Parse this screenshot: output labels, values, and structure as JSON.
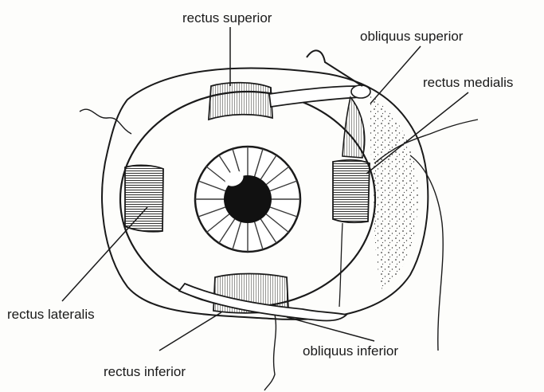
{
  "diagram": {
    "labels": {
      "rectus_superior": "rectus superior",
      "obliquus_superior": "obliquus superior",
      "rectus_medialis": "rectus medialis",
      "rectus_lateralis": "rectus lateralis",
      "obliquus_inferior": "obliquus inferior",
      "rectus_inferior": "rectus inferior"
    },
    "colors": {
      "ink": "#1a1a1a",
      "paper": "#fdfdfb",
      "iris": "#3a3a3a",
      "pupil": "#111111"
    }
  }
}
